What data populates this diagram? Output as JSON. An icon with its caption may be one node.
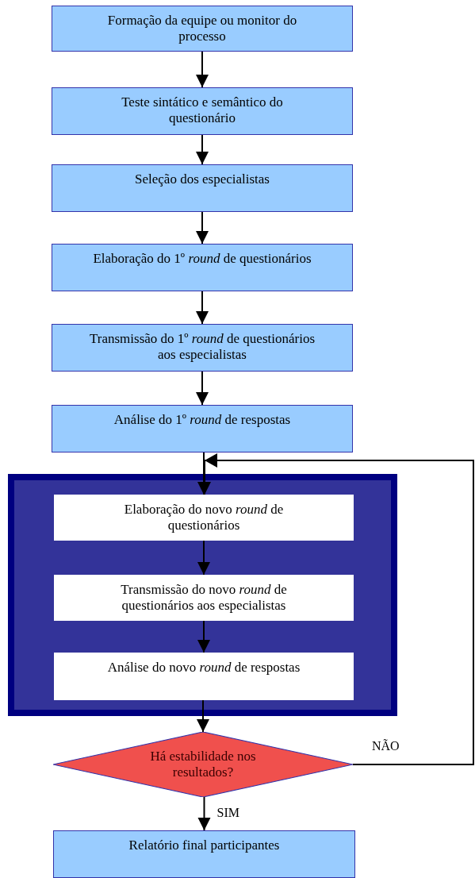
{
  "diagram": {
    "nodes": [
      {
        "text": [
          "Formação da equipe ou monitor do processo"
        ]
      },
      {
        "text": [
          "Teste sintático e semântico do questionário"
        ]
      },
      {
        "text": [
          "Seleção dos especialistas"
        ]
      },
      {
        "text": [
          "Elaboração do 1º *round* de questionários"
        ]
      },
      {
        "text": [
          "Transmissão do 1º *round* de questionários aos especialistas"
        ]
      },
      {
        "text": [
          "Análise do 1º *round* de respostas"
        ]
      },
      {
        "text": [],
        "shape": "box"
      },
      {
        "text": [
          "Elaboração do novo *round* de questionários"
        ],
        "in": 6
      },
      {
        "text": [
          "Transmissão do novo *round* de questionários aos especialistas"
        ],
        "in": 6
      },
      {
        "text": [
          "Análise do novo *round* de respostas"
        ],
        "in": 6
      },
      {
        "text": [
          "Há estabilidade nos resultados?"
        ]
      },
      {
        "text": [
          "Relatório final participantes"
        ]
      }
    ],
    "edges": [
      {
        "from": 0,
        "to": 1,
        "arrow": "to"
      },
      {
        "from": 1,
        "to": 2,
        "arrow": "to"
      },
      {
        "from": 2,
        "to": 3,
        "arrow": "to"
      },
      {
        "from": 3,
        "to": 4,
        "arrow": "to"
      },
      {
        "from": 4,
        "to": 5,
        "arrow": "to"
      },
      {
        "from": 5,
        "to": 7,
        "arrow": "to"
      },
      {
        "from": 7,
        "to": 8,
        "arrow": "to"
      },
      {
        "from": 8,
        "to": 9,
        "arrow": "to"
      },
      {
        "from": 9,
        "to": 10,
        "arrow": "to"
      },
      {
        "from": 10,
        "to": 11,
        "arrow": "to",
        "label": "SIM"
      },
      {
        "from": 10,
        "to": 7,
        "arrow": "to",
        "label": "NÃO"
      }
    ]
  }
}
